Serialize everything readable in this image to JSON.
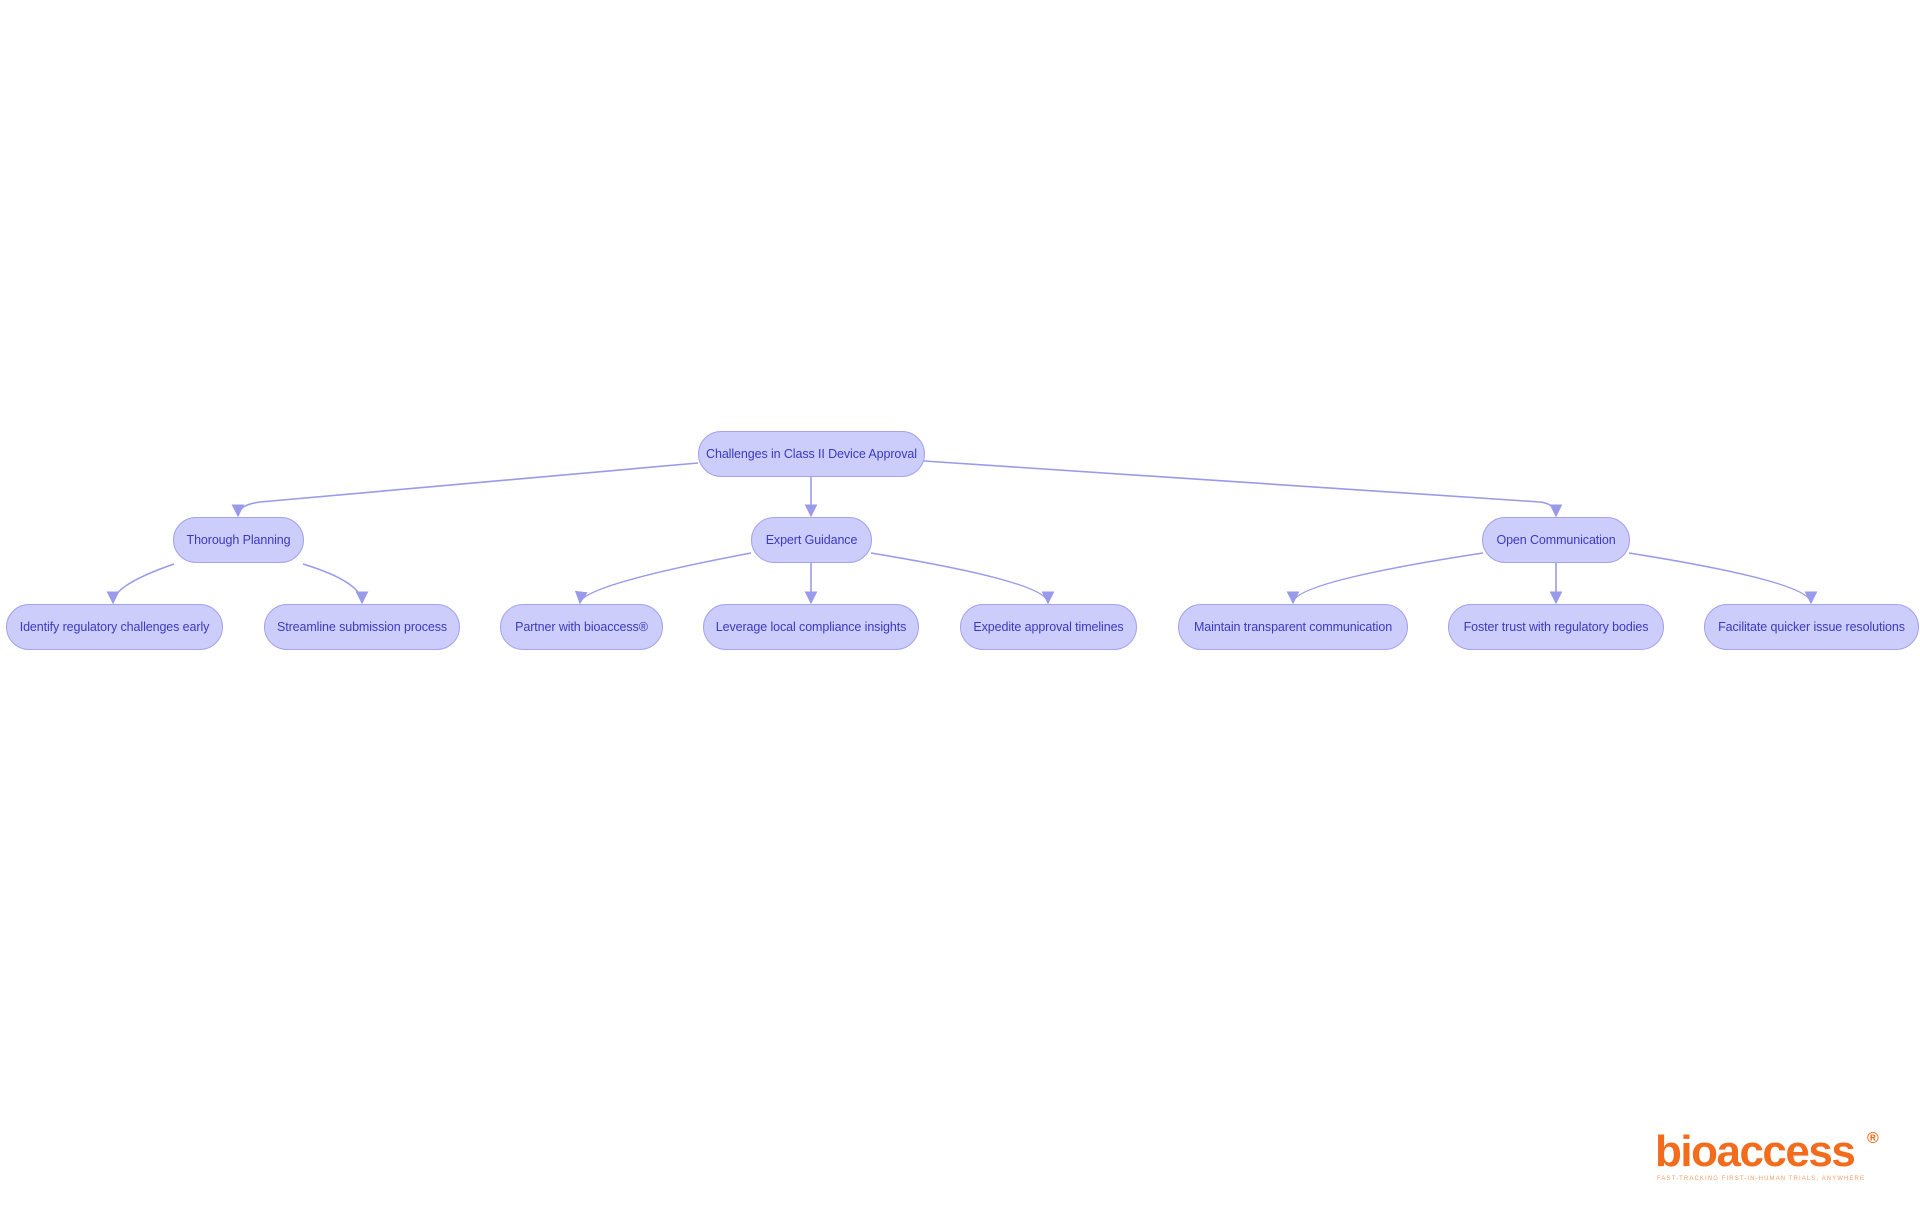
{
  "diagram": {
    "root": {
      "label": "Challenges in Class II Device Approval"
    },
    "branches": [
      {
        "label": "Thorough Planning",
        "children": [
          "Identify regulatory challenges early",
          "Streamline submission process"
        ]
      },
      {
        "label": "Expert Guidance",
        "children": [
          "Partner with bioaccess®",
          "Leverage local compliance insights",
          "Expedite approval timelines"
        ]
      },
      {
        "label": "Open Communication",
        "children": [
          "Maintain transparent communication",
          "Foster trust with regulatory bodies",
          "Facilitate quicker issue resolutions"
        ]
      }
    ]
  },
  "logo": {
    "wordmark": "bioaccess",
    "registered": "®",
    "tagline": "FAST-TRACKING FIRST-IN-HUMAN TRIALS, ANYWHERE"
  },
  "colors": {
    "node_fill": "#cdcdfb",
    "node_border": "#a3a3ee",
    "node_text": "#3a3ac0",
    "edge": "#9a9aea",
    "brand": "#f26c1e"
  }
}
